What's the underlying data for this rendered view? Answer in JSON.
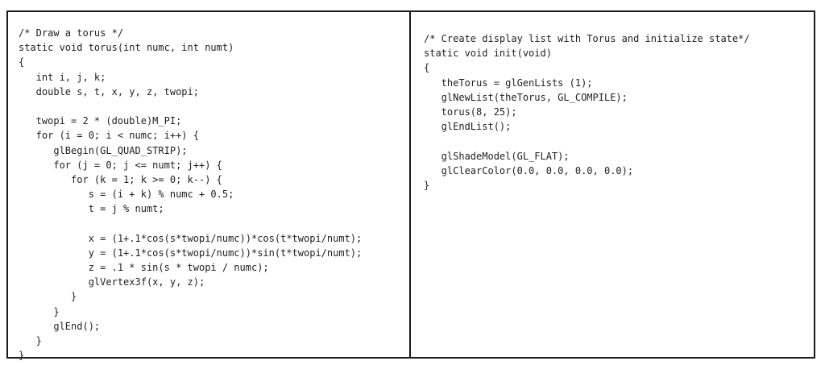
{
  "left_panel": {
    "lines": [
      "/* Draw a torus */",
      "static void torus(int numc, int numt)",
      "{",
      "   int i, j, k;",
      "   double s, t, x, y, z, twopi;",
      "",
      "   twopi = 2 * (double)M_PI;",
      "   for (i = 0; i < numc; i++) {",
      "      glBegin(GL_QUAD_STRIP);",
      "      for (j = 0; j <= numt; j++) {",
      "         for (k = 1; k >= 0; k--) {",
      "            s = (i + k) % numc + 0.5;",
      "            t = j % numt;",
      "",
      "            x = (1+.1*cos(s*twopi/numc))*cos(t*twopi/numt);",
      "            y = (1+.1*cos(s*twopi/numc))*sin(t*twopi/numt);",
      "            z = .1 * sin(s * twopi / numc);",
      "            glVertex3f(x, y, z);",
      "         }",
      "      }",
      "      glEnd();",
      "   }",
      "}"
    ]
  },
  "right_panel": {
    "lines": [
      "/* Create display list with Torus and initialize state*/",
      "static void init(void)",
      "{",
      "   theTorus = glGenLists (1);",
      "   glNewList(theTorus, GL_COMPILE);",
      "   torus(8, 25);",
      "   glEndList();",
      "",
      "   glShadeModel(GL_FLAT);",
      "   glClearColor(0.0, 0.0, 0.0, 0.0);",
      "}"
    ]
  }
}
